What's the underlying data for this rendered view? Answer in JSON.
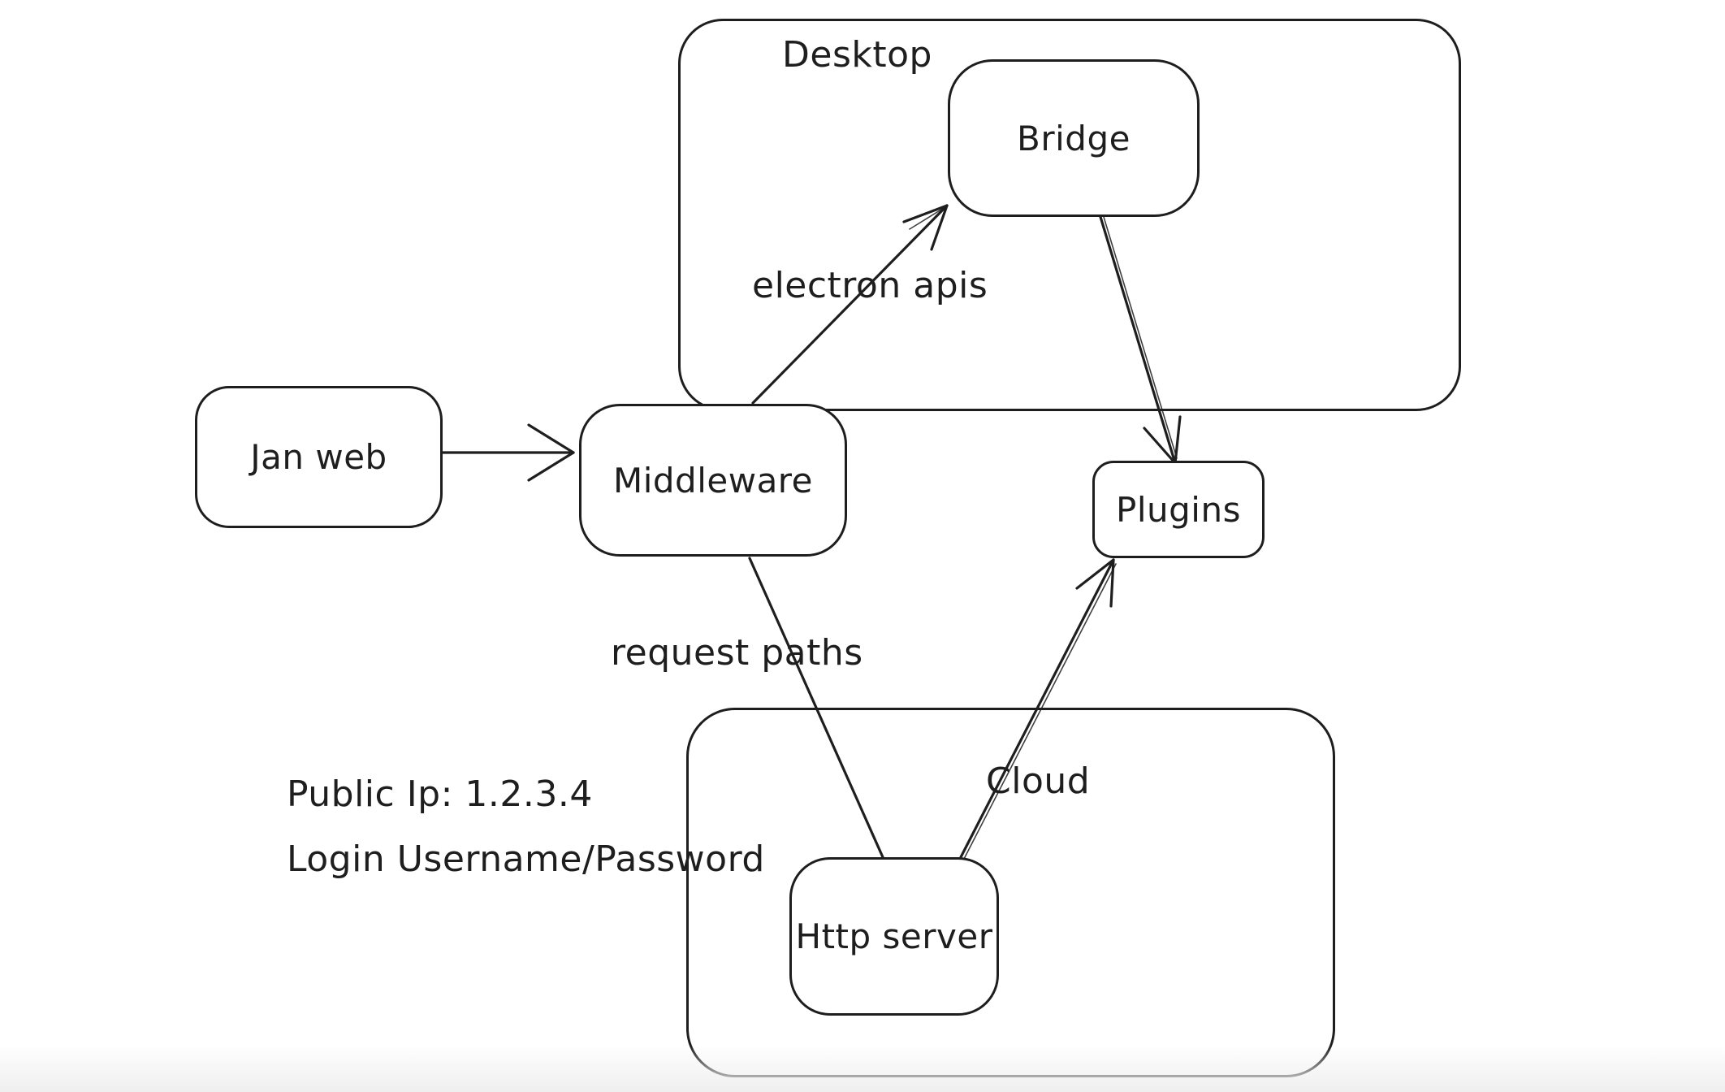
{
  "diagram": {
    "background": "#ffffff",
    "stroke_color": "#1e1e1e",
    "style": "hand-drawn sketch (whiteboard)"
  },
  "containers": {
    "desktop": {
      "label": "Desktop",
      "contains": [
        "Bridge"
      ]
    },
    "cloud": {
      "label": "Cloud",
      "contains": [
        "Http server"
      ]
    }
  },
  "nodes": {
    "jan_web": {
      "label": "Jan web"
    },
    "middleware": {
      "label": "Middleware"
    },
    "bridge": {
      "label": "Bridge"
    },
    "plugins": {
      "label": "Plugins"
    },
    "http_server": {
      "label": "Http server"
    }
  },
  "edges": [
    {
      "from": "Jan web",
      "to": "Middleware",
      "label": "",
      "arrowhead": "end"
    },
    {
      "from": "Middleware",
      "to": "Bridge",
      "label": "electron apis",
      "arrowhead": "end"
    },
    {
      "from": "Bridge",
      "to": "Plugins",
      "label": "",
      "arrowhead": "end"
    },
    {
      "from": "Http server",
      "to": "Plugins",
      "label": "",
      "arrowhead": "end"
    },
    {
      "from": "Middleware",
      "to": "Http server",
      "label": "request paths",
      "arrowhead": "none"
    }
  ],
  "annotations": {
    "public_ip": "Public Ip: 1.2.3.4",
    "login_line": "Login Username/Password"
  }
}
